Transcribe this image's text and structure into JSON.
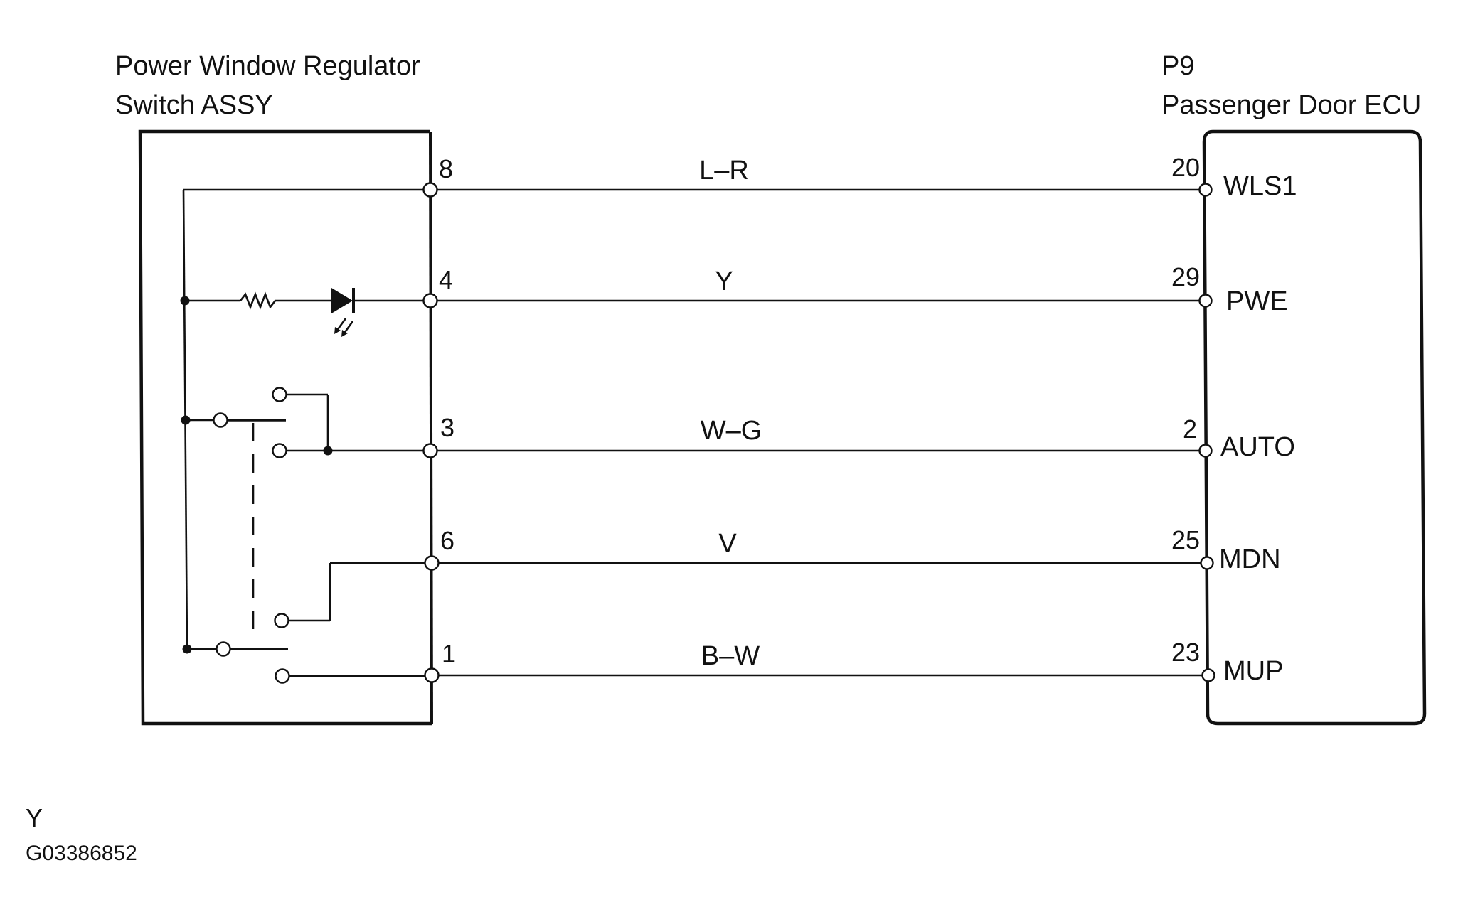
{
  "left_component": {
    "title_line1": "Power Window Regulator",
    "title_line2": "Switch ASSY"
  },
  "right_component": {
    "connector": "P9",
    "title": "Passenger Door ECU"
  },
  "wires": [
    {
      "left_pin": "8",
      "color": "L–R",
      "right_pin": "20",
      "terminal": "WLS1"
    },
    {
      "left_pin": "4",
      "color": "Y",
      "right_pin": "29",
      "terminal": "PWE"
    },
    {
      "left_pin": "3",
      "color": "W–G",
      "right_pin": "2",
      "terminal": "AUTO"
    },
    {
      "left_pin": "6",
      "color": "V",
      "right_pin": "25",
      "terminal": "MDN"
    },
    {
      "left_pin": "1",
      "color": "B–W",
      "right_pin": "23",
      "terminal": "MUP"
    }
  ],
  "footer": {
    "code_letter": "Y",
    "figure_id": "G03386852"
  }
}
